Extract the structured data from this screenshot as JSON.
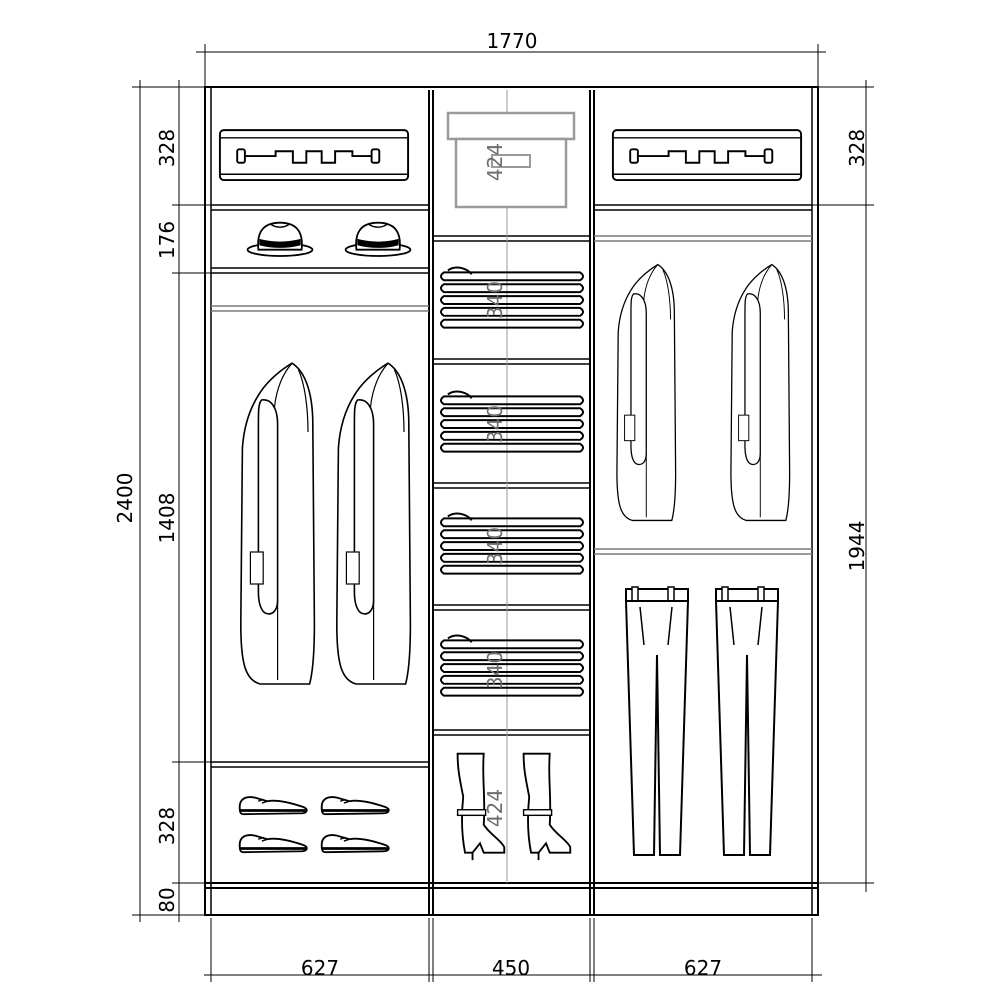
{
  "dimensions": {
    "overall_width": "1770",
    "overall_height": "2400",
    "left_top_box": "328",
    "left_hat_shelf": "176",
    "left_hanging": "1408",
    "left_shoe_shelf": "328",
    "plinth": "80",
    "right_top_box": "328",
    "right_hanging": "1944",
    "col_left_width": "627",
    "col_mid_width": "450",
    "col_right_width": "627",
    "mid_top_box": "424",
    "mid_shelf_1": "340",
    "mid_shelf_2": "340",
    "mid_shelf_3": "340",
    "mid_shelf_4": "340",
    "mid_bottom_box": "424"
  },
  "colors": {
    "line": "#000000",
    "inner_line": "#7a7a7a",
    "inner_text": "#6e6e6e",
    "box_outline": "#9a9a9a"
  },
  "icons": {
    "suitcase": "suitcase-icon",
    "hat": "hat-icon",
    "jacket": "jacket-icon",
    "folded_clothes": "folded-clothes-icon",
    "shoe": "shoe-icon",
    "boot": "boot-icon",
    "trousers": "trousers-icon",
    "storage_box": "storage-box-icon"
  }
}
